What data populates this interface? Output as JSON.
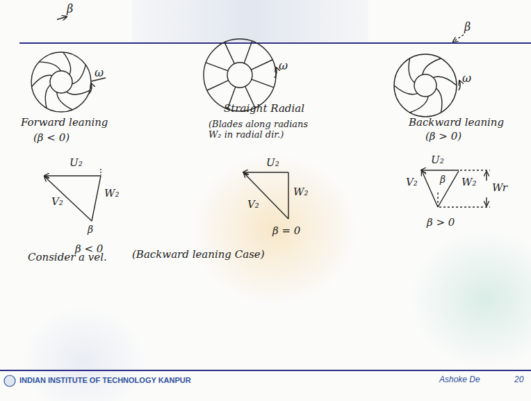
{
  "diagram": {
    "labels": [
      "β",
      "ω",
      "Forward leaning",
      "(β < 0)",
      "ω",
      "Straight Radial",
      "(Blades along radians W₂ in radial dir.)",
      "β",
      "ω",
      "Backward leaning",
      "(β > 0)",
      "U₂",
      "V₂",
      "W₂",
      "β",
      "β < 0",
      "U₂",
      "W₂",
      "V₂",
      "β = 0",
      "U₂",
      "V₂",
      "W₂",
      "β",
      "Wr",
      "β > 0",
      "Consider a vel.",
      "(Backward leaning Case)",
      "INDIAN INSTITUTE OF TECHNOLOGY KANPUR",
      "Ashoke De",
      "20"
    ]
  }
}
